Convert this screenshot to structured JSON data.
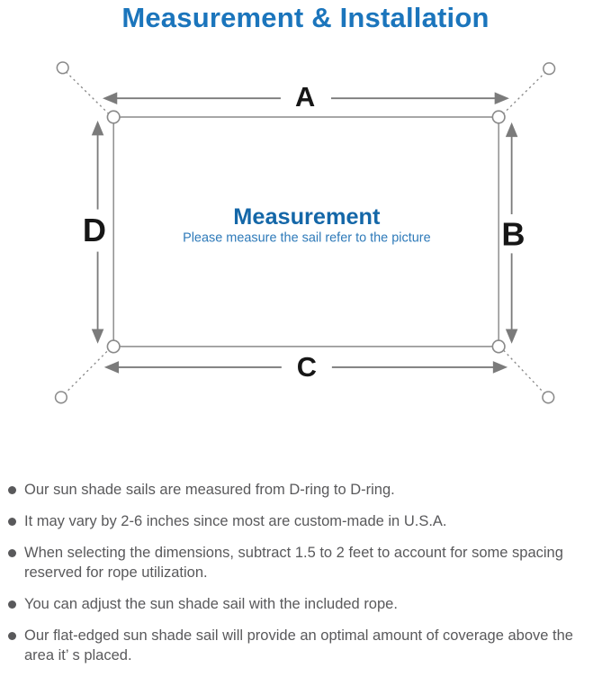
{
  "title": "Measurement & Installation",
  "diagram": {
    "labels": {
      "top": "A",
      "right": "B",
      "bottom": "C",
      "left": "D"
    },
    "center_title": "Measurement",
    "center_subtitle": "Please measure the sail refer to the picture"
  },
  "notes": [
    "Our sun shade sails are measured from D-ring to D-ring.",
    "It may vary by 2-6 inches since most are custom-made in U.S.A.",
    "When selecting the dimensions, subtract 1.5 to 2 feet to account for some spacing reserved for rope utilization.",
    "You can adjust the sun shade sail with the included rope.",
    "Our flat-edged sun shade sail will provide an optimal amount of coverage above the area it’ s placed."
  ],
  "colors": {
    "title_blue": "#1b75bc",
    "heading_blue": "#1467a8",
    "subtitle_blue": "#2e7ab9",
    "line_gray": "#7b7b7b",
    "ring_gray": "#8a8a8a",
    "text_gray": "#59595b",
    "label_black": "#161616"
  }
}
